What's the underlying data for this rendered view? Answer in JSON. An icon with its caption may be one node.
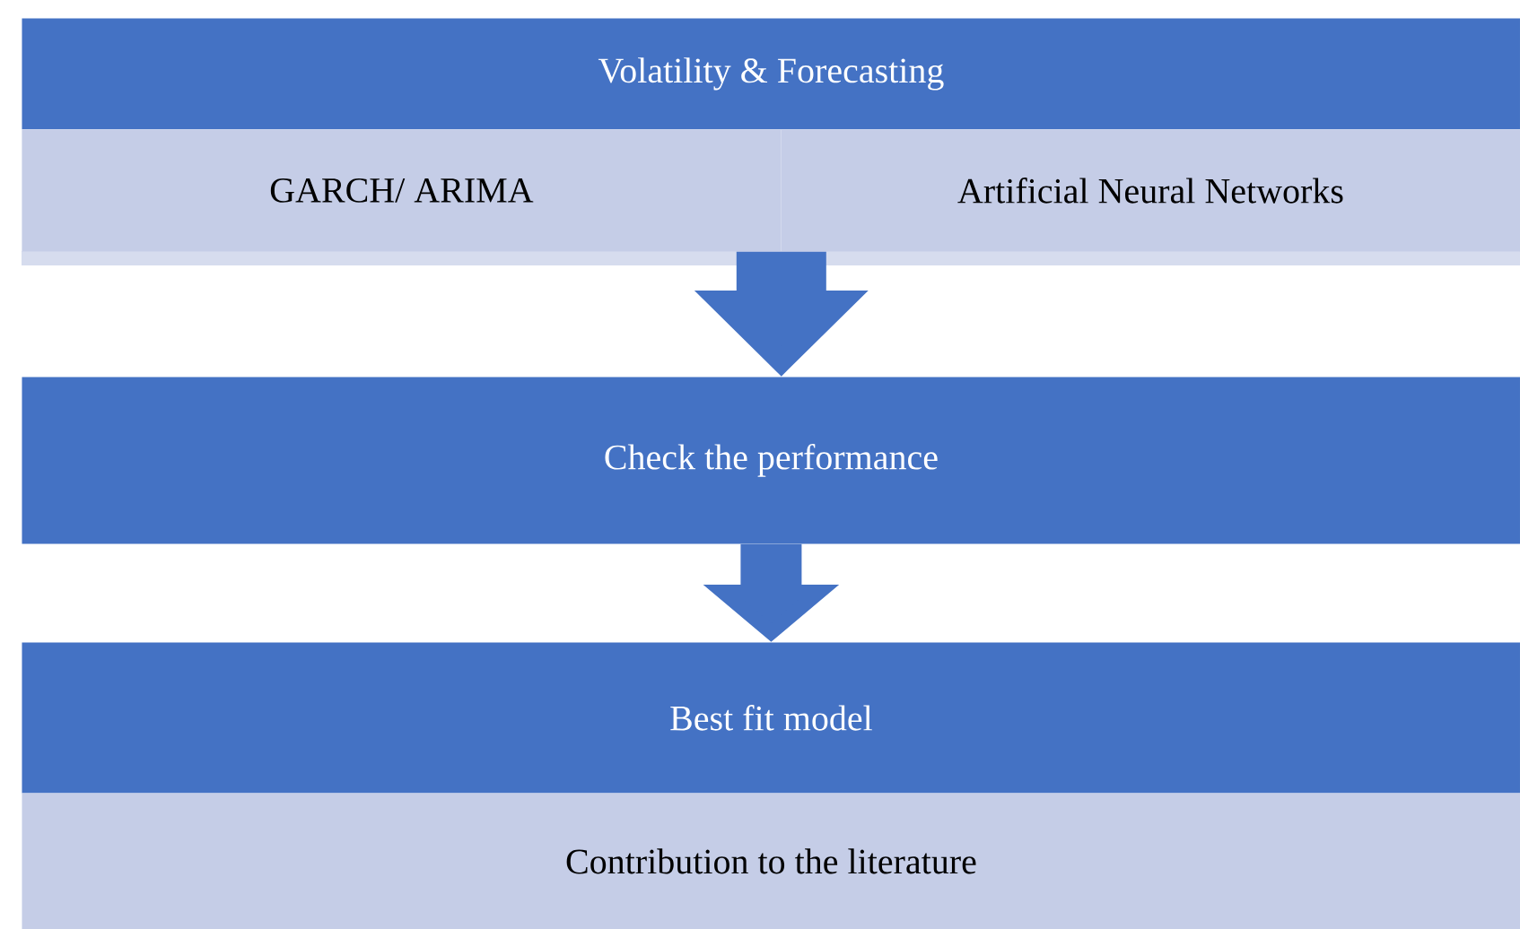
{
  "diagram": {
    "nodes": [
      {
        "text": [
          "Volatility & Forecasting"
        ]
      },
      {
        "text": [
          "GARCH/ ARIMA"
        ]
      },
      {
        "text": [
          "Artificial Neural Networks"
        ]
      },
      {
        "text": [
          "Check the performance"
        ]
      },
      {
        "text": [
          "Best fit model"
        ]
      },
      {
        "text": [
          "Contribution to the literature"
        ]
      }
    ],
    "edges": [
      {
        "from": 1,
        "to": 3,
        "arrow": "to"
      },
      {
        "from": 2,
        "to": 3,
        "arrow": "to"
      },
      {
        "from": 3,
        "to": 4,
        "arrow": "to"
      }
    ]
  }
}
